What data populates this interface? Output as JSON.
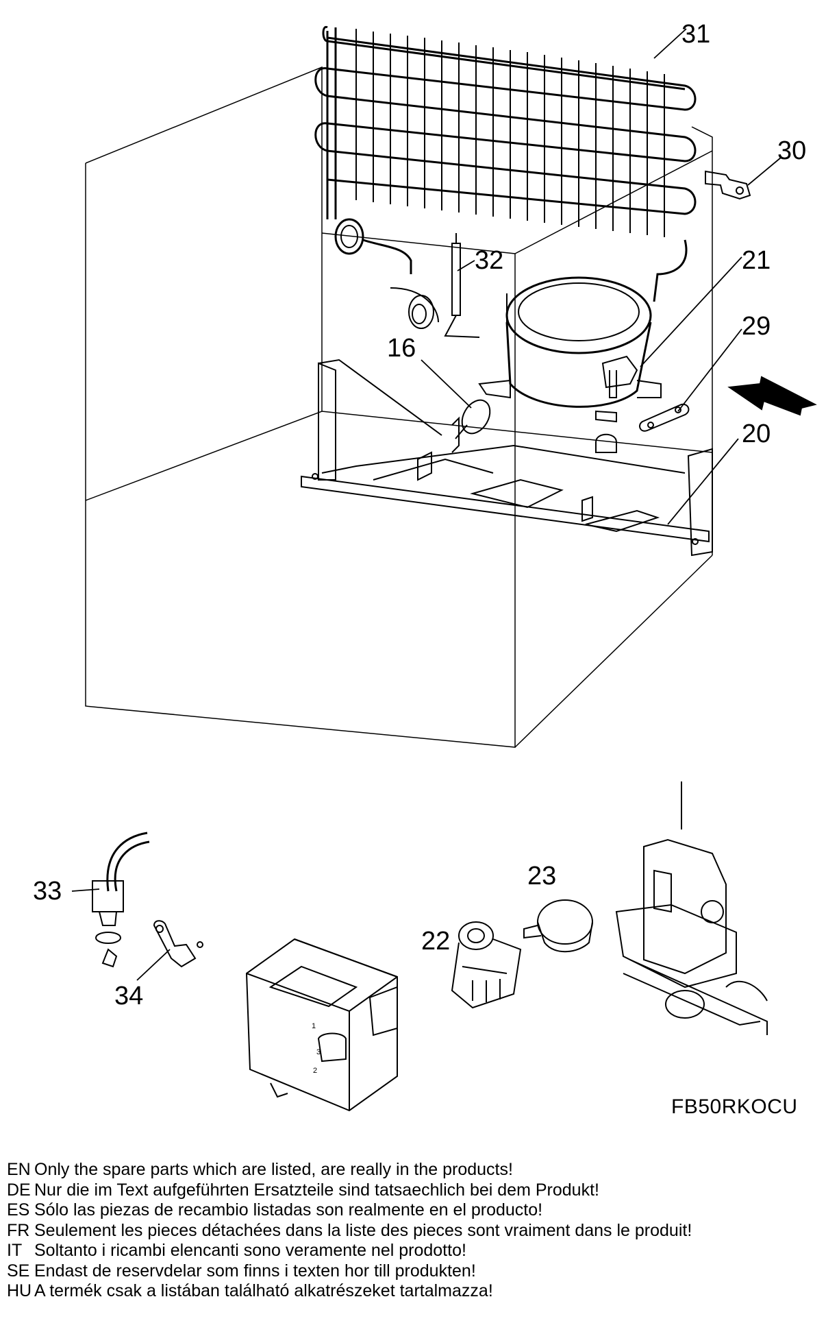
{
  "diagram": {
    "callouts": [
      "31",
      "30",
      "32",
      "21",
      "29",
      "16",
      "20",
      "33",
      "23",
      "22",
      "34"
    ],
    "model_code": "FB50RKOCU"
  },
  "notes": [
    {
      "code": "EN",
      "text": "Only the spare parts which are listed, are really in the products!"
    },
    {
      "code": "DE",
      "text": "Nur die im Text aufgeführten Ersatzteile sind tatsaechlich bei dem Produkt!"
    },
    {
      "code": "ES",
      "text": "Sólo las piezas de recambio  listadas son realmente en el producto!"
    },
    {
      "code": "FR",
      "text": "Seulement les pieces détachées dans la liste des pieces sont vraiment dans le produit!"
    },
    {
      "code": "IT",
      "text": "Soltanto i ricambi elencanti sono veramente nel prodotto!"
    },
    {
      "code": "SE",
      "text": "Endast de reservdelar som finns i texten hor till produkten!"
    },
    {
      "code": "HU",
      "text": "A termék csak a listában található alkatrészeket tartalmazza!"
    }
  ]
}
